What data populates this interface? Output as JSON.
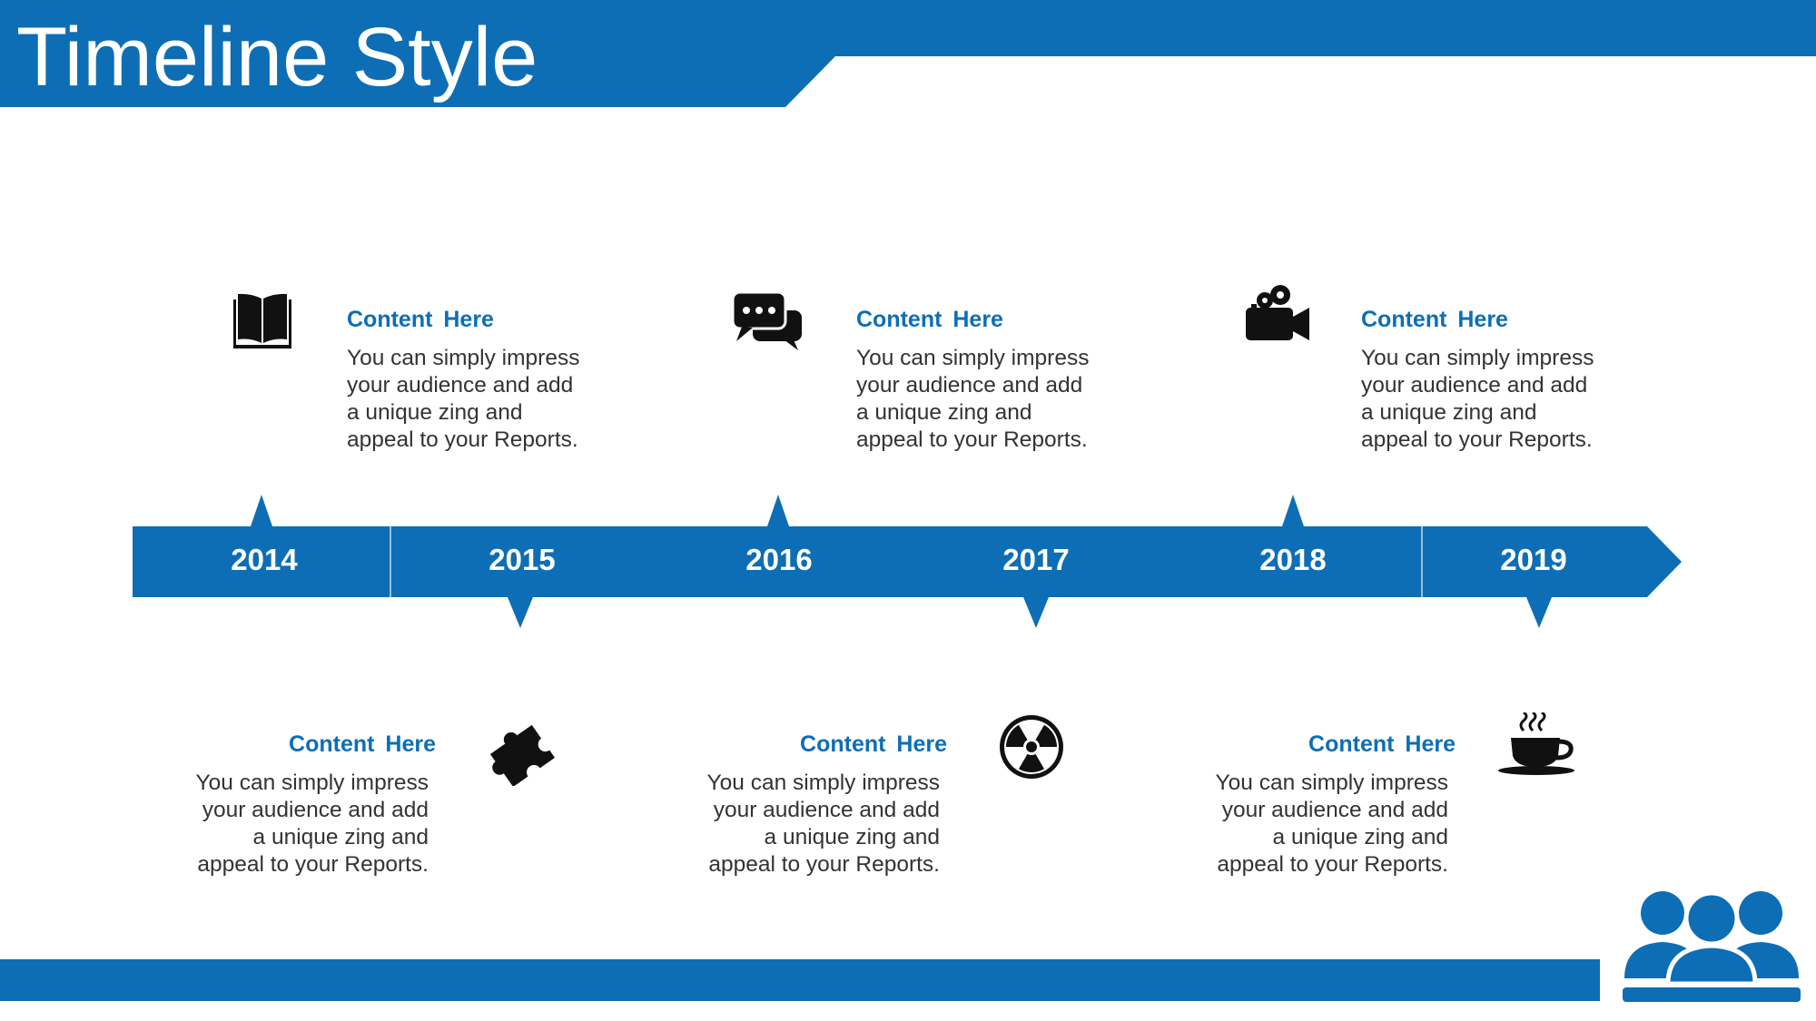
{
  "title": "Timeline Style",
  "colors": {
    "accent": "#0d6eb5",
    "heading": "#0d6eb5",
    "text": "#333333",
    "icon": "#111111",
    "background": "#ffffff"
  },
  "timeline": {
    "years": [
      "2014",
      "2015",
      "2016",
      "2017",
      "2018",
      "2019"
    ]
  },
  "milestones": [
    {
      "year": "2014",
      "position": "top",
      "icon": "book-icon",
      "title": "Content  Here",
      "body": [
        "You can simply impress",
        "your audience and add",
        "a unique zing and",
        "appeal to your Reports."
      ]
    },
    {
      "year": "2015",
      "position": "bottom",
      "icon": "puzzle-icon",
      "title": "Content  Here",
      "body": [
        "You can simply impress",
        "your audience and add",
        "a unique zing and",
        "appeal to your Reports."
      ]
    },
    {
      "year": "2016",
      "position": "top",
      "icon": "chat-bubbles-icon",
      "title": "Content  Here",
      "body": [
        "You can simply impress",
        "your audience and add",
        "a unique zing and",
        "appeal to your Reports."
      ]
    },
    {
      "year": "2017",
      "position": "bottom",
      "icon": "radiation-icon",
      "title": "Content  Here",
      "body": [
        "You can simply impress",
        "your audience and add",
        "a unique zing and",
        "appeal to your Reports."
      ]
    },
    {
      "year": "2018",
      "position": "top",
      "icon": "video-camera-icon",
      "title": "Content  Here",
      "body": [
        "You can simply impress",
        "your audience and add",
        "a unique zing and",
        "appeal to your Reports."
      ]
    },
    {
      "year": "2019",
      "position": "bottom",
      "icon": "coffee-cup-icon",
      "title": "Content  Here",
      "body": [
        "You can simply impress",
        "your audience and add",
        "a unique zing and",
        "appeal to your Reports."
      ]
    }
  ],
  "footer": {
    "icon": "team-icon"
  }
}
